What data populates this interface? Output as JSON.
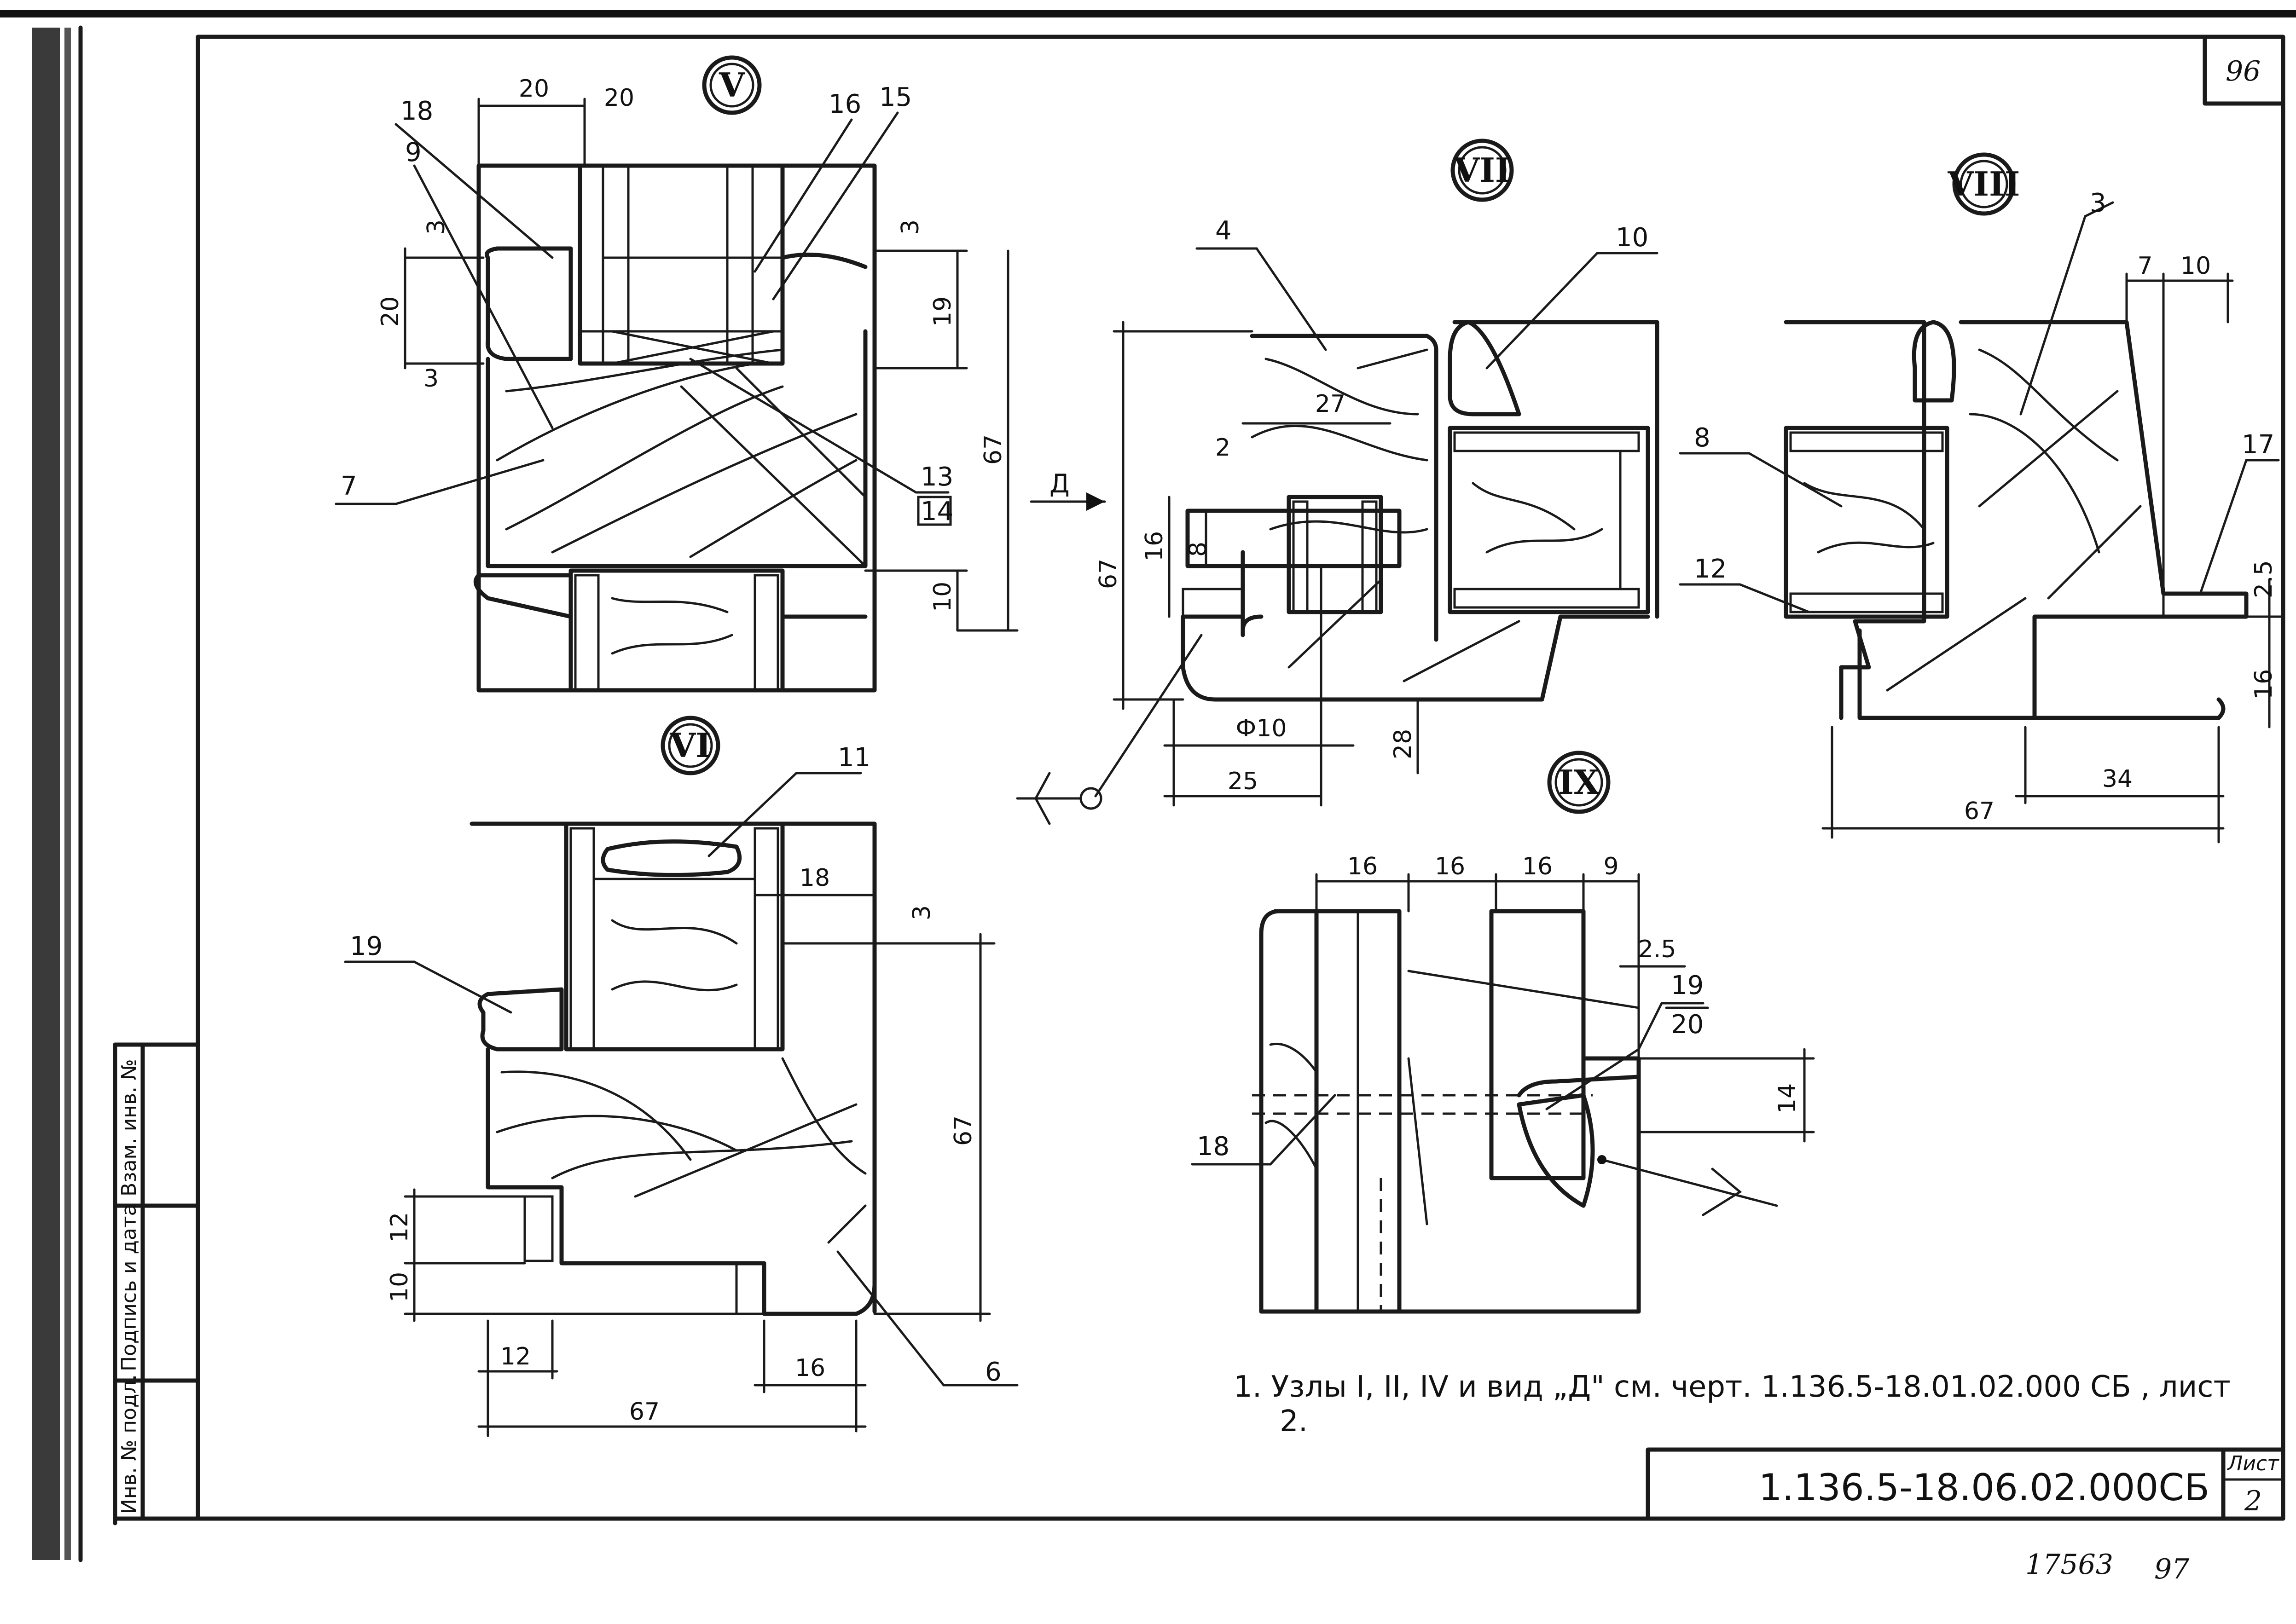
{
  "sheet_number_top": "96",
  "bottom_numbers": {
    "left": "17563",
    "right": "97"
  },
  "side_strip": {
    "inv_podl": "Инв. № подл.",
    "podpis_data": "Подпись и дата",
    "vzam_inv": "Взам. инв. №"
  },
  "title_block": {
    "code": "1.136.5-18.06.02.000СБ",
    "list_label": "Лист",
    "list_number": "2"
  },
  "note": {
    "line1": "1. Узлы I, II, IV и вид „Д\" см. черт. 1.136.5-18.01.02.000 СБ , лист",
    "line2": "2."
  },
  "views": {
    "V": {
      "marker": "V",
      "dims": {
        "w20a": "20",
        "w20b": "20",
        "h3a": "3",
        "h20": "20",
        "h3b": "3",
        "h19": "19",
        "h3c": "3",
        "h67": "67",
        "h10": "10"
      },
      "callouts": {
        "c18": "18",
        "c9": "9",
        "c16": "16",
        "c15": "15",
        "c7": "7",
        "c13": "13",
        "c14": "14"
      }
    },
    "VI": {
      "marker": "VI",
      "dims": {
        "w18": "18",
        "h3": "3",
        "h67": "67",
        "h12": "12",
        "h10": "10",
        "w12": "12",
        "w16": "16",
        "w67": "67"
      },
      "callouts": {
        "c11": "11",
        "c19": "19",
        "c6": "6"
      }
    },
    "VII": {
      "marker": "VII",
      "dims": {
        "w27": "27",
        "h2": "2",
        "h67": "67",
        "h16": "16",
        "h8": "8",
        "d10": "Ф10",
        "w25": "25",
        "h28": "28"
      },
      "callouts": {
        "c4": "4",
        "c10": "10",
        "view_d": "Д"
      }
    },
    "VIII": {
      "marker": "VIII",
      "dims": {
        "w7": "7",
        "w10": "10",
        "h2_5": "2.5",
        "h16": "16",
        "w34": "34",
        "w67": "67"
      },
      "callouts": {
        "c3": "3",
        "c8": "8",
        "c12": "12",
        "c17": "17"
      }
    },
    "IX": {
      "marker": "IX",
      "dims": {
        "w16a": "16",
        "w16b": "16",
        "w16c": "16",
        "w9": "9",
        "w2_5": "2.5",
        "h14": "14"
      },
      "callouts": {
        "c19": "19",
        "c20": "20",
        "c18": "18"
      }
    }
  }
}
